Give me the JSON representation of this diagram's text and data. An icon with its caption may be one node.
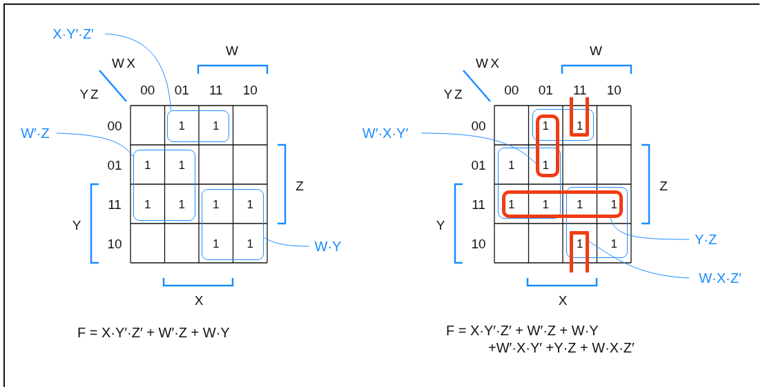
{
  "diagram": {
    "nodes": [
      {
        "text": [
          "X·Y′·Z′"
        ]
      },
      {
        "text": [
          "W′·Z"
        ]
      },
      {
        "text": [
          "W·Y"
        ]
      },
      {
        "text": [],
        "shape": "box"
      },
      {
        "text": [],
        "shape": "box"
      },
      {
        "text": [],
        "shape": "box"
      },
      {
        "text": [
          "W′·X·Y′"
        ]
      },
      {
        "text": [
          "Y·Z"
        ]
      },
      {
        "text": [
          "W·X·Z′"
        ]
      },
      {
        "text": [],
        "shape": "box"
      },
      {
        "text": [],
        "shape": "box"
      },
      {
        "text": [],
        "shape": "box"
      },
      {
        "text": [],
        "shape": "box"
      },
      {
        "text": [],
        "shape": "box"
      },
      {
        "text": [],
        "shape": "box"
      },
      {
        "text": [],
        "shape": "box"
      }
    ],
    "edges": [
      {
        "from": 0,
        "to": 3,
        "arrow": "none"
      },
      {
        "from": 1,
        "to": 4,
        "arrow": "none"
      },
      {
        "from": 2,
        "to": 5,
        "arrow": "none"
      },
      {
        "from": 6,
        "to": 12,
        "arrow": "none"
      },
      {
        "from": 7,
        "to": 13,
        "arrow": "none"
      },
      {
        "from": 8,
        "to": 15,
        "arrow": "none"
      }
    ],
    "labels": [
      "W X",
      "Y Z",
      "W",
      "00",
      "01",
      "11",
      "10",
      "00",
      "1",
      "1",
      "01",
      "1",
      "1",
      "Z",
      "11",
      "1",
      "1",
      "1",
      "1",
      "Y",
      "10",
      "1",
      "1",
      "X",
      "F = X·Y′·Z′ + W′·Z + W·Y",
      "W X",
      "Y Z",
      "W",
      "00",
      "01",
      "11",
      "10",
      "00",
      "1",
      "1",
      "01",
      "1",
      "1",
      "Z",
      "11",
      "1",
      "1",
      "1",
      "1",
      "Y",
      "10",
      "1",
      "1",
      "X",
      "F = X·Y′·Z′ + W′·Z + W·Y",
      "+W′·X·Y′ +Y·Z + W·X·Z′"
    ]
  }
}
